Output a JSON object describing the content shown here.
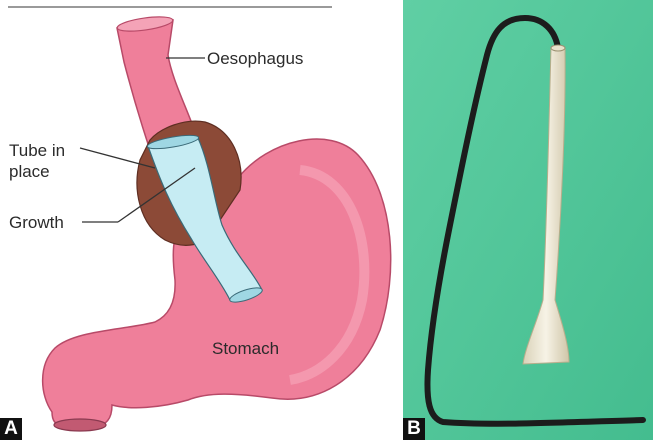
{
  "panel_a": {
    "letter": "A",
    "labels": {
      "oesophagus": "Oesophagus",
      "tube_in_place": "Tube in\nplace",
      "growth": "Growth",
      "stomach": "Stomach"
    },
    "colors": {
      "tissue_pink": "#ef7f9a",
      "tissue_dark": "#d85c7c",
      "growth_brown": "#8c4a37",
      "tube_blue": "#c6ecf3"
    }
  },
  "panel_b": {
    "letter": "B",
    "colors": {
      "background_green": "#4fc89a",
      "tube_cream": "#f3eedb",
      "wire_dark": "#1c1c1c"
    }
  }
}
